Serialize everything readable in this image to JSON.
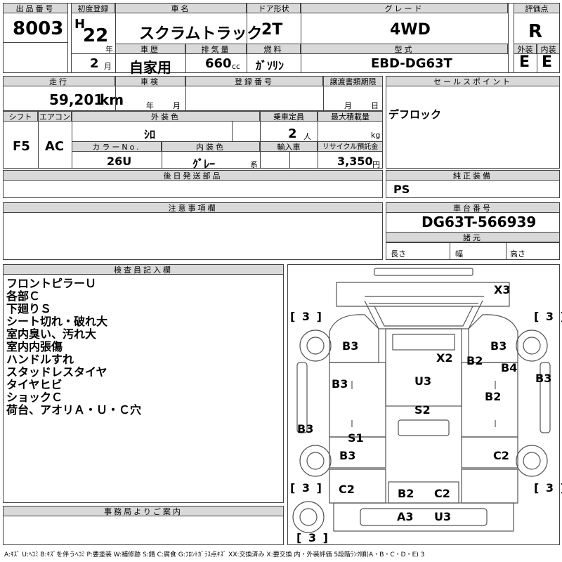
{
  "header": {
    "lot_no_label": "出品番号",
    "lot_no": "8003",
    "first_reg_label": "初度登録",
    "era": "H",
    "year": "22",
    "year_unit": "年",
    "month": "2",
    "month_unit": "月",
    "car_name_label": "車名",
    "car_name": "スクラムトラック",
    "door_label": "ドア形状",
    "door": "2T",
    "grade_label": "グレード",
    "grade": "4WD",
    "score_label": "評価点",
    "score": "R",
    "history_label": "車歴",
    "history": "自家用",
    "displacement_label": "排気量",
    "displacement": "660",
    "displacement_unit": "cc",
    "fuel_label": "燃料",
    "fuel": "ｶﾞｿﾘﾝ",
    "model_label": "型式",
    "model": "EBD-DG63T",
    "exterior_label": "外装",
    "exterior": "E",
    "interior_label": "内装",
    "interior": "E"
  },
  "row2": {
    "mileage_label": "走行",
    "mileage": "59,201",
    "mileage_unit": "km",
    "inspection_label": "車検",
    "inspection_year_unit": "年",
    "inspection_month_unit": "月",
    "reg_no_label": "登録番号",
    "transfer_label": "譲渡書類期限",
    "transfer_month_unit": "月",
    "transfer_day_unit": "日",
    "sales_point_label": "セールスポイント",
    "sales_point": "デフロック"
  },
  "row3": {
    "shift_label": "シフト",
    "shift": "F5",
    "ac_label": "エアコン",
    "ac": "AC",
    "color_label": "外装色",
    "color": "ｼﾛ",
    "capacity_label": "乗車定員",
    "capacity": "2",
    "capacity_unit": "人",
    "max_load_label": "最大積載量",
    "max_load_unit": "kg",
    "color_no_label": "カラーNo.",
    "color_no": "26U",
    "interior_color_label": "内装色",
    "interior_color": "ｸﾞﾚｰ",
    "interior_color_suffix": "系",
    "import_label": "輸入車",
    "recycle_label": "リサイクル預託金",
    "recycle": "3,350",
    "recycle_unit": "円"
  },
  "shipping_label": "後日発送部品",
  "genuine_label": "純正装備",
  "genuine": "PS",
  "caution_label": "注意事項欄",
  "chassis_label": "車台番号",
  "chassis": "DG63T-566939",
  "spec_label": "諸元",
  "length_label": "長さ",
  "width_label": "幅",
  "height_label": "高さ",
  "inspector_label": "検査員記入欄",
  "inspector_notes": [
    "フロントピラーＵ",
    "各部Ｃ",
    "下廻りＳ",
    "シート切れ・破れ大",
    "室内臭い、汚れ大",
    "室内内張傷",
    "ハンドルすれ",
    "スタッドレスタイヤ",
    "タイヤヒビ",
    "ショックＣ",
    "荷台、アオリＡ・Ｕ・Ｃ穴"
  ],
  "office_label": "事務局よりご案内",
  "diagram": {
    "bracket_3": "[ 3 ]",
    "labels": [
      "X3",
      "B3",
      "B3",
      "X2",
      "B2",
      "B4",
      "B3",
      "U3",
      "B3",
      "B2",
      "S2",
      "B3",
      "S1",
      "B3",
      "C2",
      "C2",
      "B2",
      "C2",
      "A3",
      "U3"
    ]
  },
  "legend": "A:ｷｽﾞ U:ﾍｺﾐ B:ｷｽﾞを伴うﾍｺﾐ P:要塗装 W:補修跡 S:錆 C:腐食 G:ﾌﾛﾝﾄｶﾞﾗｽ点ｷｽﾞ XX:交換済み X:要交換 内・外装評価 5段階ﾗﾝｸ順(A・B・C・D・E) 3"
}
